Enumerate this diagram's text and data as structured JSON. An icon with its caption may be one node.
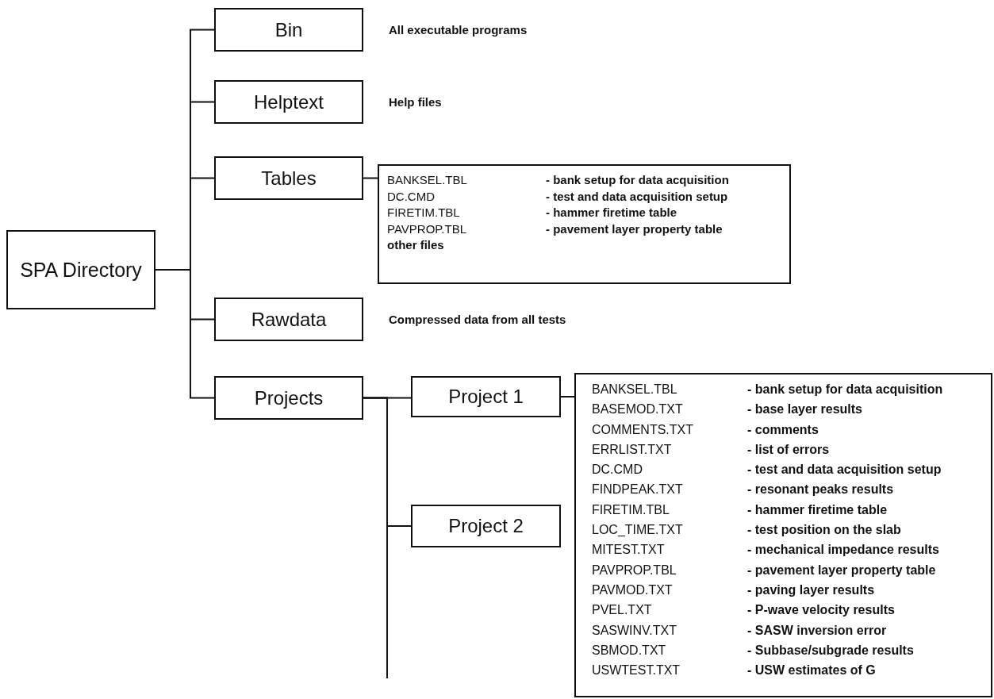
{
  "diagram": {
    "nodes": [
      {
        "text": [
          "SPA Directory"
        ]
      },
      {
        "text": [
          "Bin"
        ],
        "beside": [
          "All executable programs"
        ]
      },
      {
        "text": [
          "Helptext"
        ],
        "beside": [
          "Help files"
        ]
      },
      {
        "text": [
          "Tables"
        ]
      },
      {
        "text": [
          "Rawdata"
        ],
        "beside": [
          "Compressed data from all tests"
        ]
      },
      {
        "text": [
          "Projects"
        ]
      },
      {
        "text": [
          "Project 1"
        ]
      },
      {
        "text": [
          "Project 2"
        ]
      },
      {
        "text": [
          "BANKSEL.TBL",
          "- bank setup for data acquisition",
          "DC.CMD",
          "- test and data acquisition setup",
          "FIRETIM.TBL",
          "- hammer firetime table",
          "PAVPROP.TBL",
          "- pavement layer property table",
          "other files"
        ]
      },
      {
        "text": [
          "BANKSEL.TBL",
          "- bank setup for data acquisition",
          "BASEMOD.TXT",
          "- base layer results",
          "COMMENTS.TXT",
          "- comments",
          "ERRLIST.TXT",
          "- list of errors",
          "DC.CMD",
          "- test and data acquisition setup",
          "FINDPEAK.TXT",
          "- resonant peaks results",
          "FIRETIM.TBL",
          "- hammer firetime table",
          "LOC_TIME.TXT",
          "- test position on the slab",
          "MITEST.TXT",
          "- mechanical impedance results",
          "PAVPROP.TBL",
          "- pavement layer property table",
          "PAVMOD.TXT",
          "- paving layer results",
          "PVEL.TXT",
          "- P-wave velocity results",
          "SASWINV.TXT",
          "- SASW inversion error",
          "SBMOD.TXT",
          "- Subbase/subgrade results",
          "USWTEST.TXT",
          "- USW estimates of G"
        ]
      }
    ],
    "edges": [
      {
        "from": 0,
        "to": 1,
        "arrow": "none"
      },
      {
        "from": 0,
        "to": 2,
        "arrow": "none"
      },
      {
        "from": 0,
        "to": 3,
        "arrow": "none"
      },
      {
        "from": 0,
        "to": 4,
        "arrow": "none"
      },
      {
        "from": 0,
        "to": 5,
        "arrow": "none"
      },
      {
        "from": 3,
        "to": 8,
        "arrow": "none"
      },
      {
        "from": 5,
        "to": 6,
        "arrow": "none"
      },
      {
        "from": 5,
        "to": 7,
        "arrow": "none"
      },
      {
        "from": 5,
        "to": null,
        "arrow": "none"
      },
      {
        "from": 6,
        "to": 9,
        "arrow": "none"
      }
    ]
  }
}
